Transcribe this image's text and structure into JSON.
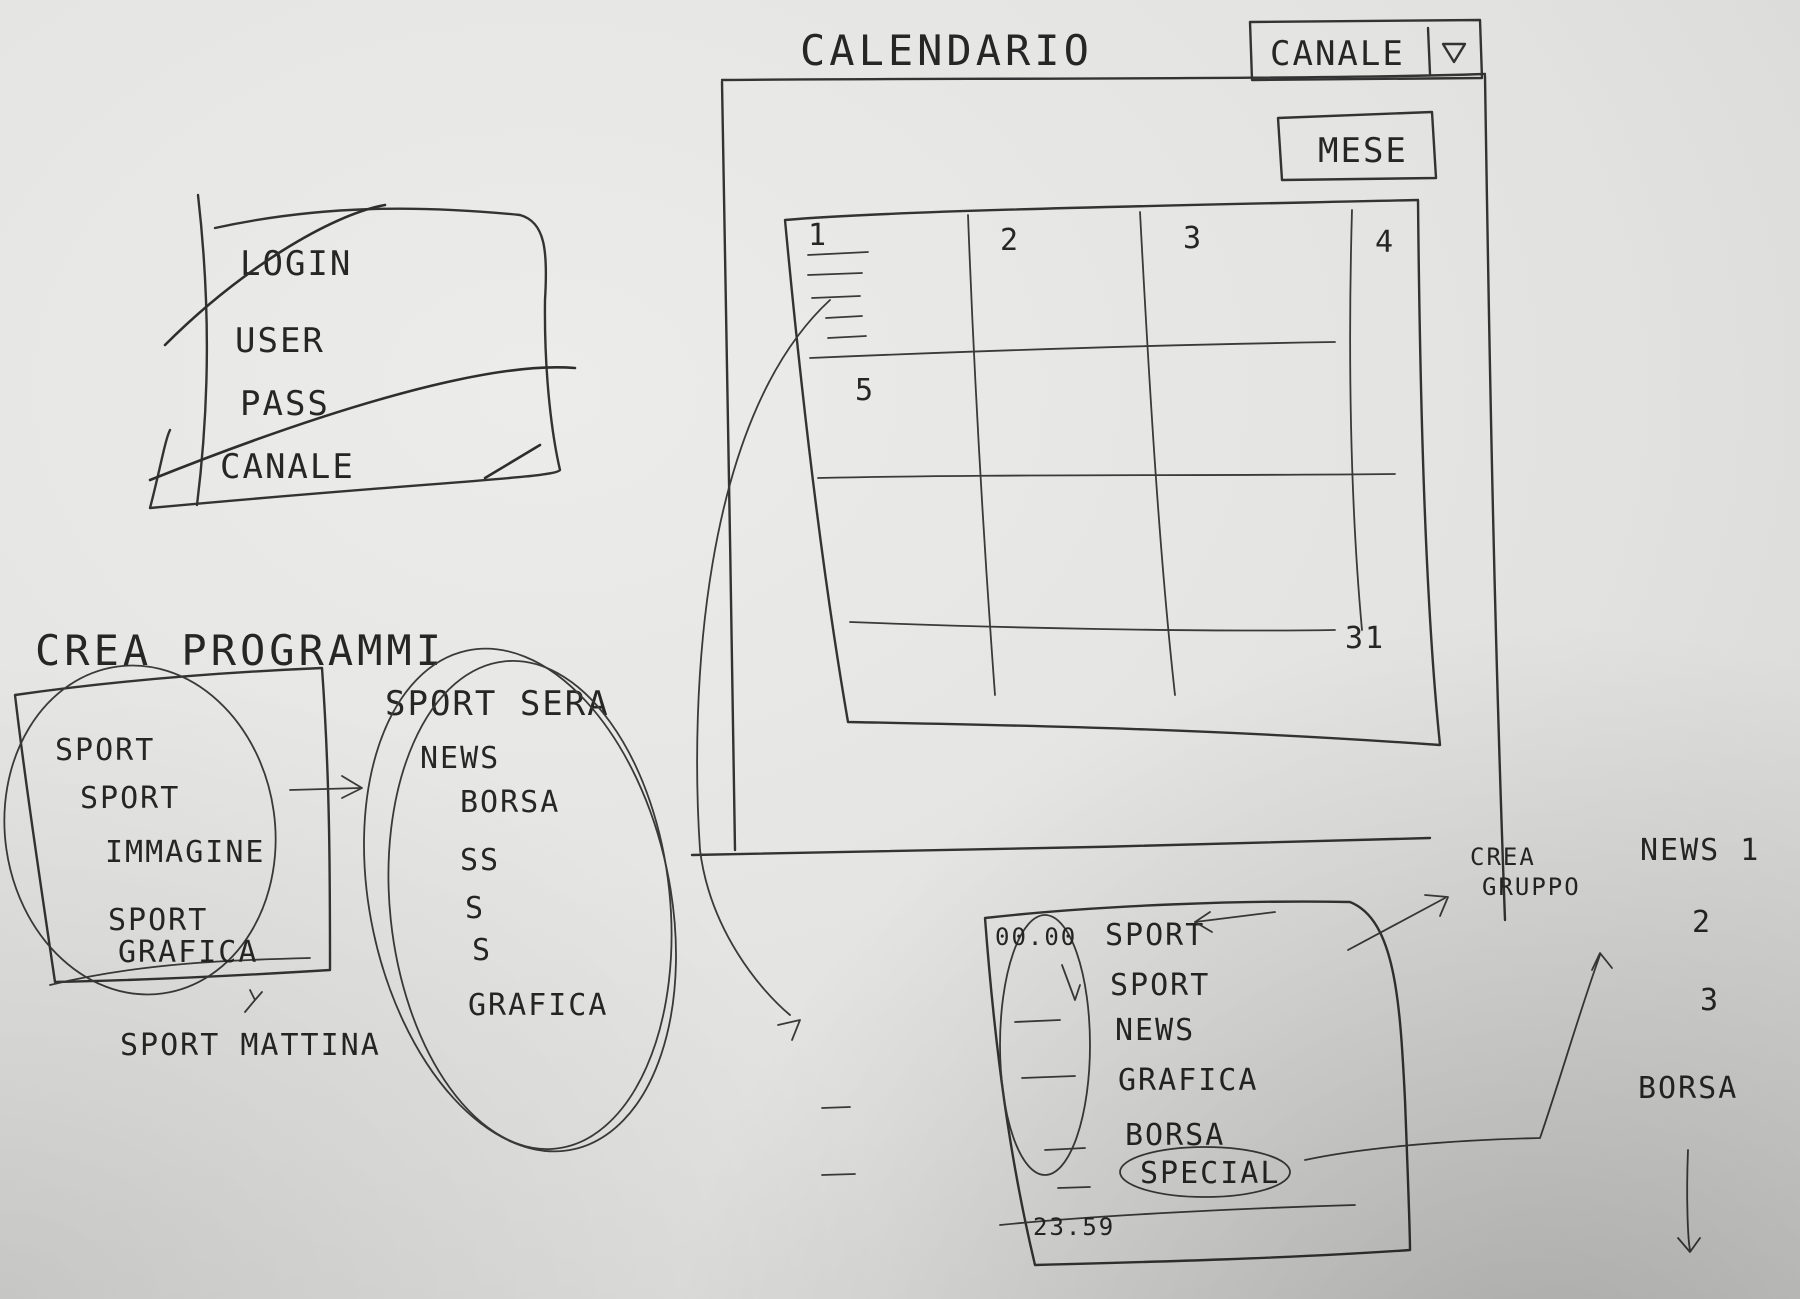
{
  "calendar": {
    "title": "CALENDARIO",
    "channel_dropdown_label": "CANALE",
    "month_button_label": "MESE",
    "day_labels": [
      "1",
      "2",
      "3",
      "4",
      "5",
      "31"
    ]
  },
  "login": {
    "heading": "LOGIN",
    "fields": [
      "USER",
      "PASS",
      "CANALE"
    ]
  },
  "create_program": {
    "heading": "CREA PROGRAMMI",
    "items": [
      "SPORT",
      "SPORT",
      "IMMAGINE",
      "SPORT",
      "GRAFICA"
    ],
    "pointer_label": "SPORT MATTINA"
  },
  "sport_sera": {
    "heading": "SPORT SERA",
    "items": [
      "NEWS",
      "BORSA",
      "SS",
      "S",
      "S",
      "GRAFICA"
    ]
  },
  "day_schedule": {
    "start_time": "00.00",
    "end_time": "23.59",
    "items": [
      "SPORT",
      "SPORT",
      "NEWS",
      "GRAFICA",
      "BORSA",
      "SPECIAL"
    ]
  },
  "create_group": {
    "label_line1": "CREA",
    "label_line2": "GRUPPO"
  },
  "group_list": {
    "items": [
      "NEWS 1",
      "2",
      "3",
      "BORSA"
    ]
  }
}
